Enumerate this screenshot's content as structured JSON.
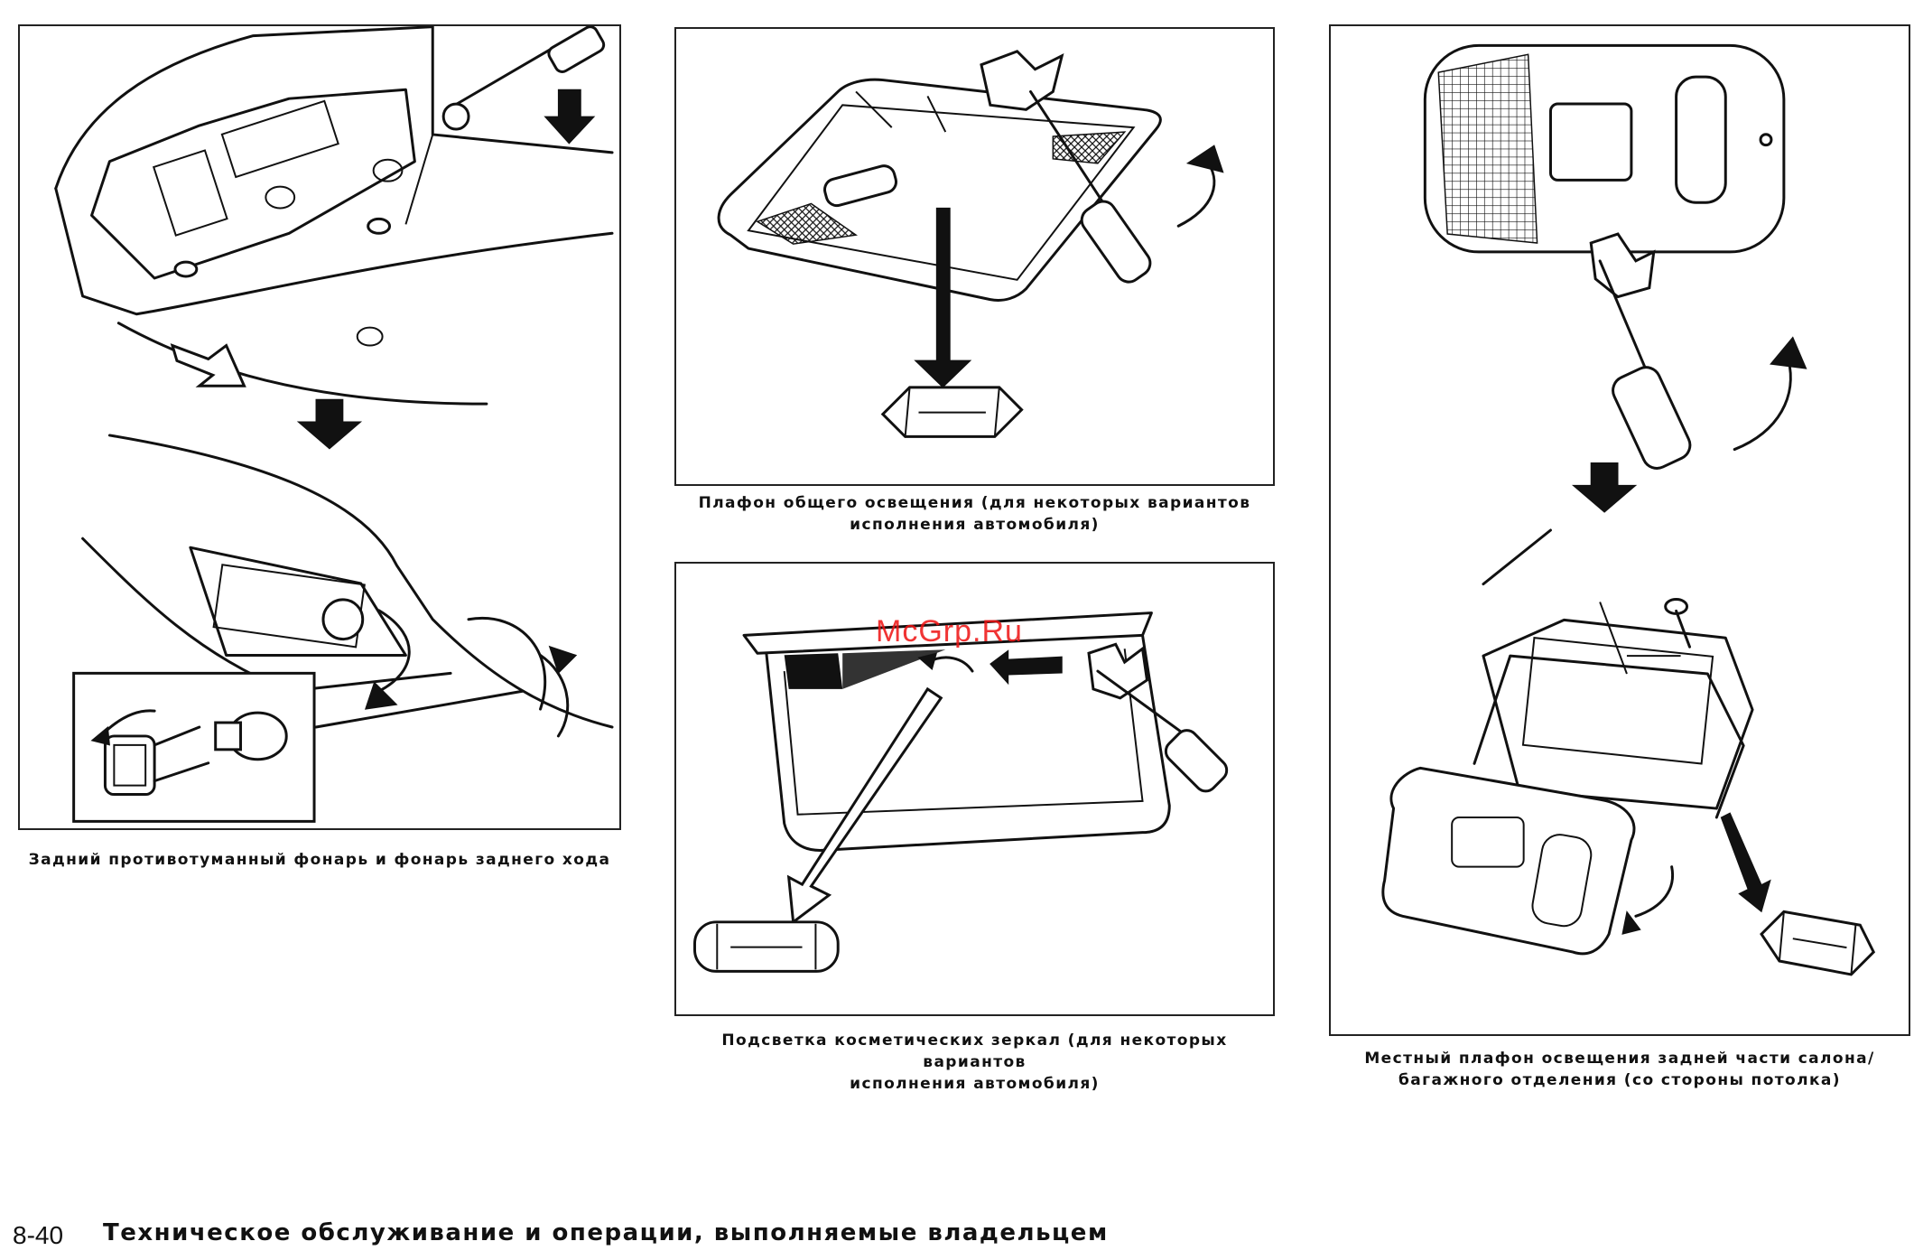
{
  "figures": [
    {
      "id": "rear-fog-reverse",
      "caption": "Задний противотуманный фонарь и фонарь заднего хода"
    },
    {
      "id": "general-dome",
      "caption": "Плафон общего освещения (для некоторых вариантов\nисполнения автомобиля)"
    },
    {
      "id": "vanity-mirror",
      "caption": "Подсветка косметических зеркал (для некоторых вариантов\nисполнения автомобиля)"
    },
    {
      "id": "rear-cargo-lamp",
      "caption": "Местный плафон освещения задней части салона/\nбагажного отделения (со стороны потолка)"
    }
  ],
  "watermark": "McGrp.Ru",
  "footer": {
    "page_number": "8-40",
    "title": "Техническое обслуживание и операции, выполняемые владельцем"
  }
}
